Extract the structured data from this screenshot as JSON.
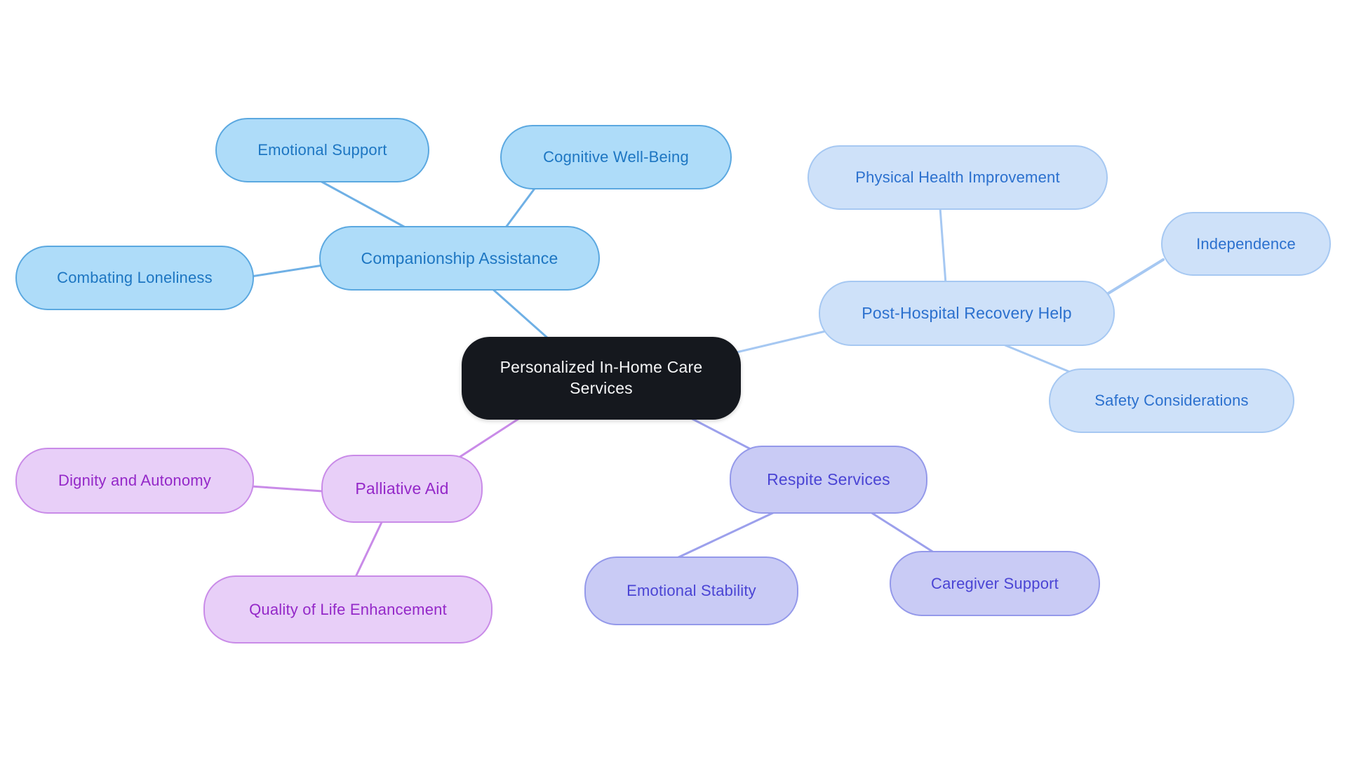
{
  "diagram": {
    "type": "mindmap",
    "center": {
      "label": "Personalized In-Home Care Services"
    },
    "branches": {
      "companionship": {
        "label": "Companionship Assistance",
        "children": {
          "emotional_support": "Emotional Support",
          "cognitive_wellbeing": "Cognitive Well-Being",
          "combating_loneliness": "Combating Loneliness"
        }
      },
      "recovery": {
        "label": "Post-Hospital Recovery Help",
        "children": {
          "physical_health": "Physical Health Improvement",
          "independence": "Independence",
          "safety": "Safety Considerations"
        }
      },
      "respite": {
        "label": "Respite Services",
        "children": {
          "emotional_stability": "Emotional Stability",
          "caregiver_support": "Caregiver Support"
        }
      },
      "palliative": {
        "label": "Palliative Aid",
        "children": {
          "dignity": "Dignity and Autonomy",
          "quality_of_life": "Quality of Life Enhancement"
        }
      }
    }
  },
  "palette": {
    "center": {
      "fill": "#15181E",
      "text": "#F5F6F7"
    },
    "companionship": {
      "fill": "#AEDCF9",
      "border": "#5BA8E0",
      "text": "#1D76C2",
      "line": "#6FB0E5"
    },
    "recovery": {
      "fill": "#CEE1F9",
      "border": "#A6C8F2",
      "text": "#2B70CE",
      "line": "#A6C8F2"
    },
    "respite": {
      "fill": "#C9CBF5",
      "border": "#9499EA",
      "text": "#4A44D4",
      "line": "#9CA0EC"
    },
    "palliative": {
      "fill": "#E8CFF8",
      "border": "#C98BE8",
      "text": "#9428C8",
      "line": "#C98BE8"
    }
  }
}
